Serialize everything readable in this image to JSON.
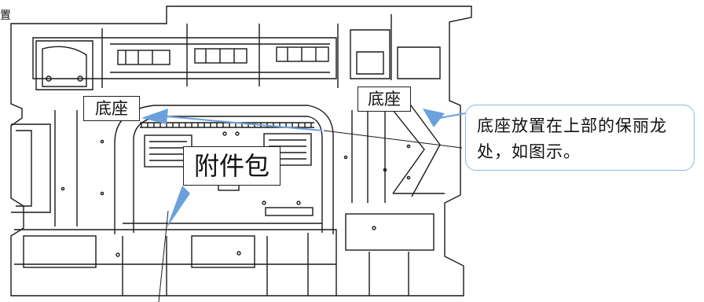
{
  "labels": {
    "base_left": "底座",
    "base_right": "底座",
    "accessory_bag": "附件包"
  },
  "callout": {
    "text": "底座放置在上部的保丽龙处，如图示。"
  },
  "clipped_text": "置",
  "colors": {
    "arrow": "#6aa0dc",
    "callout_border": "#8fb7e6",
    "line": "#1a1a1a"
  }
}
